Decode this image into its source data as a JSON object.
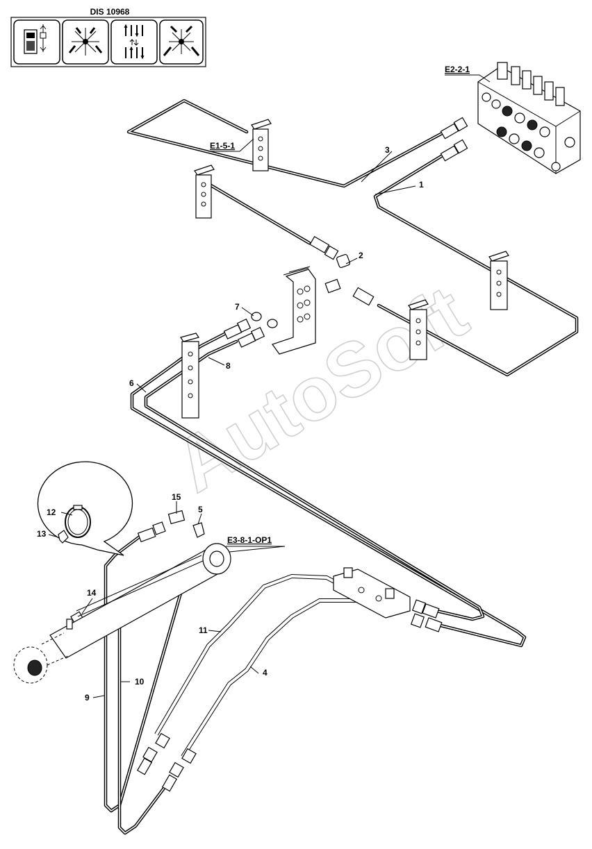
{
  "header": {
    "code": "DIS 10968",
    "icons": [
      {
        "name": "remote-control-icon"
      },
      {
        "name": "crane-boom-icon"
      },
      {
        "name": "hydraulic-lever-icon"
      },
      {
        "name": "crane-outrigger-icon"
      }
    ]
  },
  "references": {
    "valve_block": "E2-2-1",
    "clamp": "E1-5-1",
    "cylinder": "E3-8-1-OP1"
  },
  "callouts": {
    "p1": "1",
    "p2": "2",
    "p3": "3",
    "p4": "4",
    "p5": "5",
    "p6": "6",
    "p7": "7",
    "p8": "8",
    "p9": "9",
    "p10": "10",
    "p11": "11",
    "p12": "12",
    "p13": "13",
    "p14": "14",
    "p15": "15"
  },
  "watermark": "AutoSoft"
}
